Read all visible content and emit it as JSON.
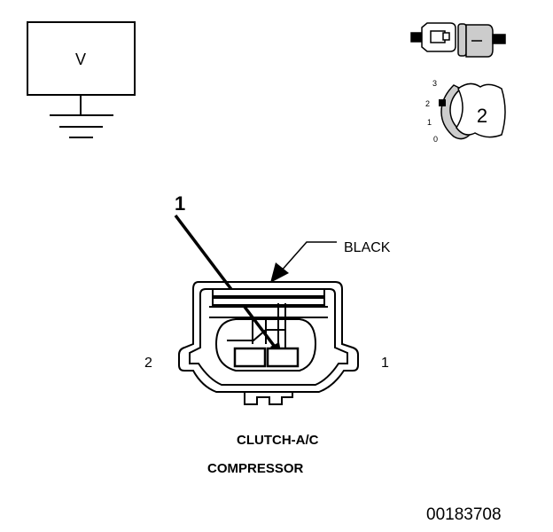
{
  "voltmeter": {
    "symbol": "V"
  },
  "switch": {
    "positions": [
      "3",
      "2",
      "1",
      "0"
    ],
    "selected": "2"
  },
  "callout": {
    "number": "1"
  },
  "connector": {
    "color_label": "BLACK",
    "pin_left": "2",
    "pin_right": "1",
    "name_line1": "CLUTCH-A/C",
    "name_line2": "COMPRESSOR"
  },
  "figure_id": "00183708",
  "colors": {
    "line": "#000000",
    "background": "#ffffff",
    "probe_gray": "#cccccc"
  }
}
